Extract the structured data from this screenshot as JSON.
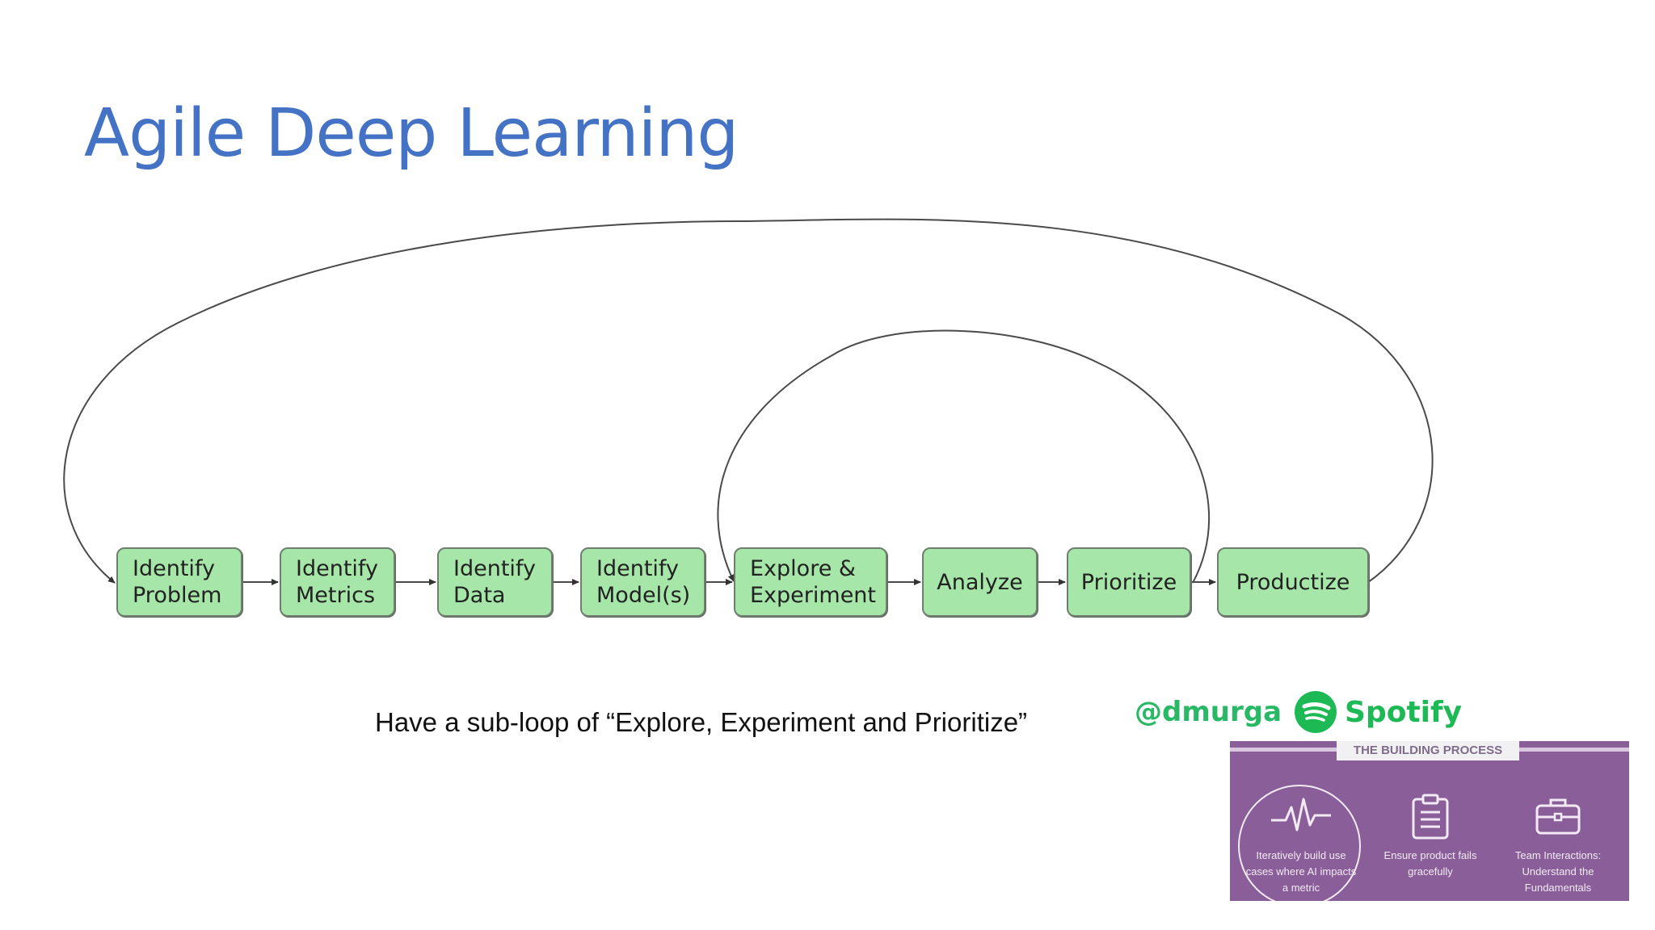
{
  "slide": {
    "title": "Agile Deep Learning",
    "caption": "Have a sub-loop of “Explore, Experiment and Prioritize”"
  },
  "flow": {
    "nodes": [
      {
        "id": "identify-problem",
        "label": "Identify\nProblem"
      },
      {
        "id": "identify-metrics",
        "label": "Identify\nMetrics"
      },
      {
        "id": "identify-data",
        "label": "Identify\nData"
      },
      {
        "id": "identify-models",
        "label": "Identify\nModel(s)"
      },
      {
        "id": "explore-experiment",
        "label": "Explore &\nExperiment"
      },
      {
        "id": "analyze",
        "label": "Analyze"
      },
      {
        "id": "prioritize",
        "label": "Prioritize"
      },
      {
        "id": "productize",
        "label": "Productize"
      }
    ],
    "edges": [
      {
        "from": "identify-problem",
        "to": "identify-metrics"
      },
      {
        "from": "identify-metrics",
        "to": "identify-data"
      },
      {
        "from": "identify-data",
        "to": "identify-models"
      },
      {
        "from": "identify-models",
        "to": "explore-experiment"
      },
      {
        "from": "explore-experiment",
        "to": "analyze"
      },
      {
        "from": "analyze",
        "to": "prioritize"
      },
      {
        "from": "prioritize",
        "to": "productize"
      },
      {
        "from": "productize",
        "to": "identify-problem",
        "kind": "outer-loop"
      },
      {
        "from": "prioritize",
        "to": "explore-experiment",
        "kind": "sub-loop"
      }
    ],
    "node_fill": "#a6e6a8",
    "line_color": "#4a4a4a"
  },
  "branding": {
    "handle": "@dmurga",
    "company": "Spotify",
    "brand_color": "#1db954"
  },
  "inset": {
    "header": "THE BUILDING PROCESS",
    "panel_color": "#8a5f99",
    "items": [
      {
        "icon": "pulse-icon",
        "text": "Iteratively build use\ncases where AI impacts\na metric"
      },
      {
        "icon": "clipboard-icon",
        "text": "Ensure product fails\ngracefully"
      },
      {
        "icon": "briefcase-icon",
        "text": "Team Interactions:\nUnderstand the\nFundamentals"
      }
    ]
  }
}
